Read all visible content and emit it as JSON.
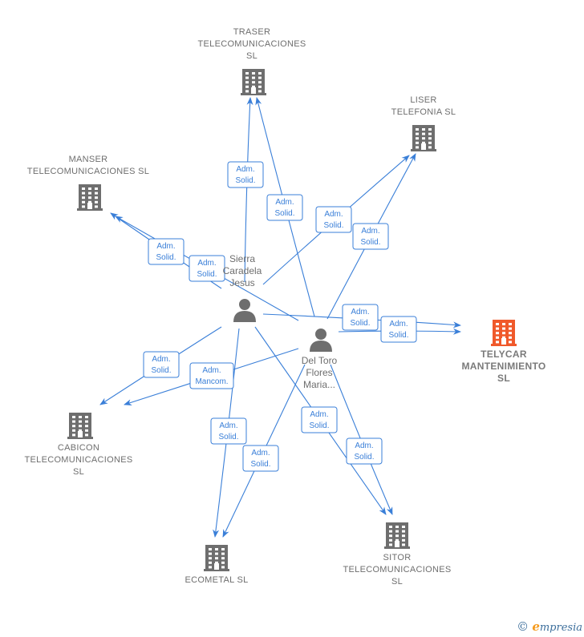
{
  "colors": {
    "edge": "#3a7fd8",
    "building": "#6e6e6e",
    "building_main": "#f0592b",
    "person": "#6e6e6e"
  },
  "nodes": [
    {
      "id": "traser",
      "kind": "company",
      "lines": [
        "TRASER",
        "TELECOMUNICACIONES",
        "SL"
      ]
    },
    {
      "id": "liser",
      "kind": "company",
      "lines": [
        "LISER",
        "TELEFONIA  SL"
      ]
    },
    {
      "id": "manser",
      "kind": "company",
      "lines": [
        "MANSER",
        "TELECOMUNICACIONES SL"
      ]
    },
    {
      "id": "telycar",
      "kind": "company",
      "main": true,
      "lines": [
        "TELYCAR",
        "MANTENIMIENTO",
        "SL"
      ]
    },
    {
      "id": "cabicon",
      "kind": "company",
      "lines": [
        "CABICON",
        "TELECOMUNICACIONES",
        "SL"
      ]
    },
    {
      "id": "ecometal",
      "kind": "company",
      "lines": [
        "ECOMETAL  SL"
      ]
    },
    {
      "id": "sitor",
      "kind": "company",
      "lines": [
        "SITOR",
        "TELECOMUNICACIONES",
        "SL"
      ]
    },
    {
      "id": "sierra",
      "kind": "person",
      "lines": [
        "Sierra",
        "Caradela",
        "Jesus"
      ]
    },
    {
      "id": "deltoro",
      "kind": "person",
      "lines": [
        "Del Toro",
        "Flores",
        "Maria..."
      ]
    }
  ],
  "edges": [
    {
      "from": "sierra",
      "to": "traser",
      "label": [
        "Adm.",
        "Solid."
      ]
    },
    {
      "from": "deltoro",
      "to": "traser",
      "label": [
        "Adm.",
        "Solid."
      ]
    },
    {
      "from": "sierra",
      "to": "liser",
      "label": [
        "Adm.",
        "Solid."
      ]
    },
    {
      "from": "deltoro",
      "to": "liser",
      "label": [
        "Adm.",
        "Solid."
      ]
    },
    {
      "from": "sierra",
      "to": "manser",
      "label": [
        "Adm.",
        "Solid."
      ]
    },
    {
      "from": "deltoro",
      "to": "manser",
      "label": [
        "Adm.",
        "Solid."
      ]
    },
    {
      "from": "sierra",
      "to": "telycar",
      "label": [
        "Adm.",
        "Solid."
      ]
    },
    {
      "from": "deltoro",
      "to": "telycar",
      "label": [
        "Adm.",
        "Solid."
      ]
    },
    {
      "from": "sierra",
      "to": "cabicon",
      "label": [
        "Adm.",
        "Solid."
      ]
    },
    {
      "from": "deltoro",
      "to": "cabicon",
      "label": [
        "Adm.",
        "Mancom."
      ]
    },
    {
      "from": "sierra",
      "to": "ecometal",
      "label": [
        "Adm.",
        "Solid."
      ]
    },
    {
      "from": "deltoro",
      "to": "ecometal",
      "label": [
        "Adm.",
        "Solid."
      ]
    },
    {
      "from": "sierra",
      "to": "sitor",
      "label": [
        "Adm.",
        "Solid."
      ]
    },
    {
      "from": "deltoro",
      "to": "sitor",
      "label": [
        "Adm.",
        "Solid."
      ]
    }
  ],
  "footer": {
    "copyright": "©",
    "brand_initial": "e",
    "brand_rest": "mpresia"
  }
}
